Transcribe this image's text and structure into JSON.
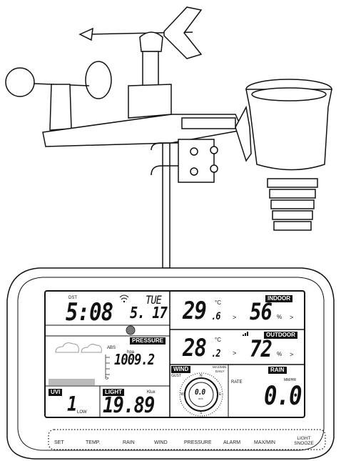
{
  "display": {
    "clock": {
      "dst": "DST",
      "time": "5:08",
      "weekday": "TUE",
      "date": "5. 17"
    },
    "pressure": {
      "label": "PRESSURE",
      "abs": "ABS",
      "unit": "hpa",
      "value": "1009.2"
    },
    "uvi": {
      "label": "UVI",
      "value": "1",
      "level": "LOW"
    },
    "light": {
      "label": "LIGHT",
      "unit": "Klux",
      "value": "19.89"
    },
    "wind": {
      "label": "WIND",
      "gust": "GUST",
      "maxmin": "MAX/MIN",
      "daily": "DAILY",
      "value": "0.0",
      "unit": "m/s",
      "compass": {
        "n": "N",
        "s": "S",
        "e": "E",
        "w": "W"
      }
    },
    "indoor": {
      "label": "INDOOR",
      "temp_main": "29",
      "temp_dec": ".6",
      "temp_unit": "°C",
      "humidity": "56",
      "hum_unit": "%"
    },
    "outdoor": {
      "label": "OUTDOOR",
      "temp_main": "28",
      "temp_dec": ".2",
      "temp_unit": "°C",
      "humidity": "72",
      "hum_unit": "%"
    },
    "rain": {
      "label": "RAIN",
      "rate": "RATE",
      "unit": "MM/HR",
      "value": "0.0"
    }
  },
  "buttons": [
    "SET",
    "TEMP.",
    "RAIN",
    "WIND",
    "PRESSURE",
    "ALARM",
    "MAX/MIN",
    "LIGHT SNOOZE"
  ],
  "chevron": ">"
}
